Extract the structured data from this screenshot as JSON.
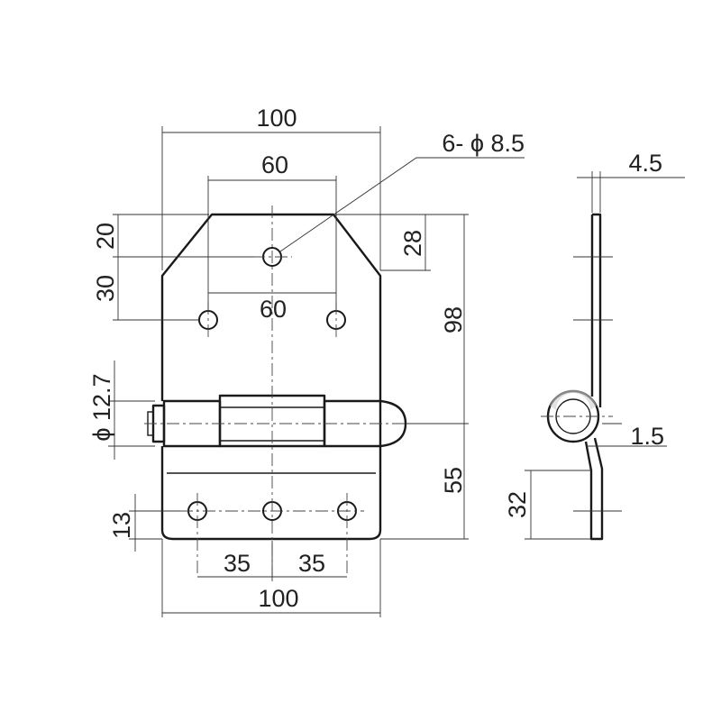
{
  "dimensions": {
    "top_width": "100",
    "top_hole_spacing": "60",
    "hole_callout": "6- ϕ 8.5",
    "offset_20": "20",
    "offset_30": "30",
    "mid_hole_spacing": "60",
    "chamfer_28": "28",
    "height_98": "98",
    "pin_diameter": "ϕ 12.7",
    "height_55": "55",
    "offset_13": "13",
    "bottom_spacing_left": "35",
    "bottom_spacing_right": "35",
    "bottom_width": "100",
    "thickness": "4.5",
    "gap": "1.5",
    "side_height_32": "32"
  }
}
